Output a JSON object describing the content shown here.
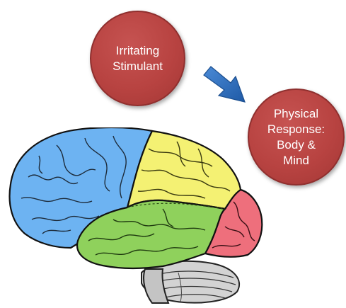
{
  "nodes": {
    "stimulant": {
      "lines": [
        "Irritating",
        "Stimulant"
      ]
    },
    "response": {
      "lines": [
        "Physical",
        "Response:",
        "Body &",
        "Mind"
      ]
    }
  },
  "colors": {
    "node_fill": "#b84341",
    "arrow": "#2e72c1",
    "frontal_lobe": "#6db3f2",
    "parietal_lobe": "#f4f173",
    "temporal_lobe": "#8fd15c",
    "occipital_lobe": "#ee6f7c",
    "cerebellum": "#d0d0d0"
  },
  "icons": {
    "brain": "brain-lobes-illustration",
    "arrow": "down-right-arrow"
  }
}
